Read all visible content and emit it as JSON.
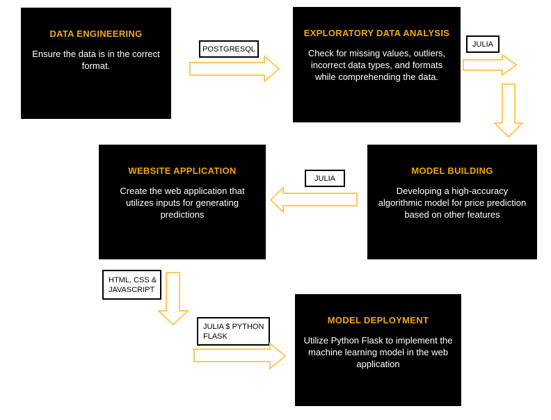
{
  "colors": {
    "background": "#FFFFFF",
    "node_bg": "#000000",
    "node_title": "#F0A60D",
    "node_body": "#FFFFFF",
    "arrow": "#FFC858",
    "label_bg": "#FFFFFF",
    "label_border": "#000000",
    "label_text": "#000000"
  },
  "nodes": [
    {
      "id": "data-engineering",
      "title": "DATA ENGINEERING",
      "body": "Ensure the data is in the correct format."
    },
    {
      "id": "exploratory-data-analysis",
      "title": "EXPLORATORY DATA ANALYSIS",
      "body": "Check for missing values, outliers, incorrect data types, and formats while comprehending the data."
    },
    {
      "id": "website-application",
      "title": "WEBSITE APPLICATION",
      "body": "Create the web application that utilizes inputs for generating predictions"
    },
    {
      "id": "model-building",
      "title": "MODEL BUILDING",
      "body": "Developing a high-accuracy algorithmic model for price prediction based on other features"
    },
    {
      "id": "model-deployment",
      "title": "MODEL DEPLOYMENT",
      "body": "Utilize Python Flask to implement the machine learning model in the web application"
    }
  ],
  "connectors": [
    {
      "label": "POSTGRESQL",
      "from": "data-engineering",
      "to": "exploratory-data-analysis",
      "shape": "right-arrow"
    },
    {
      "label": "JULIA",
      "from": "exploratory-data-analysis",
      "to": "model-building",
      "shape": "right-arrow-then-down-arrow"
    },
    {
      "label": "JULIA",
      "from": "model-building",
      "to": "website-application",
      "shape": "left-arrow"
    },
    {
      "label": "HTML, CSS & JAVASCRIPT",
      "from": "website-application",
      "to": "model-deployment",
      "shape": "down-arrow"
    },
    {
      "label": "JULIA $ PYTHON FLASK",
      "from": "website-application",
      "to": "model-deployment",
      "shape": "right-arrow"
    }
  ]
}
